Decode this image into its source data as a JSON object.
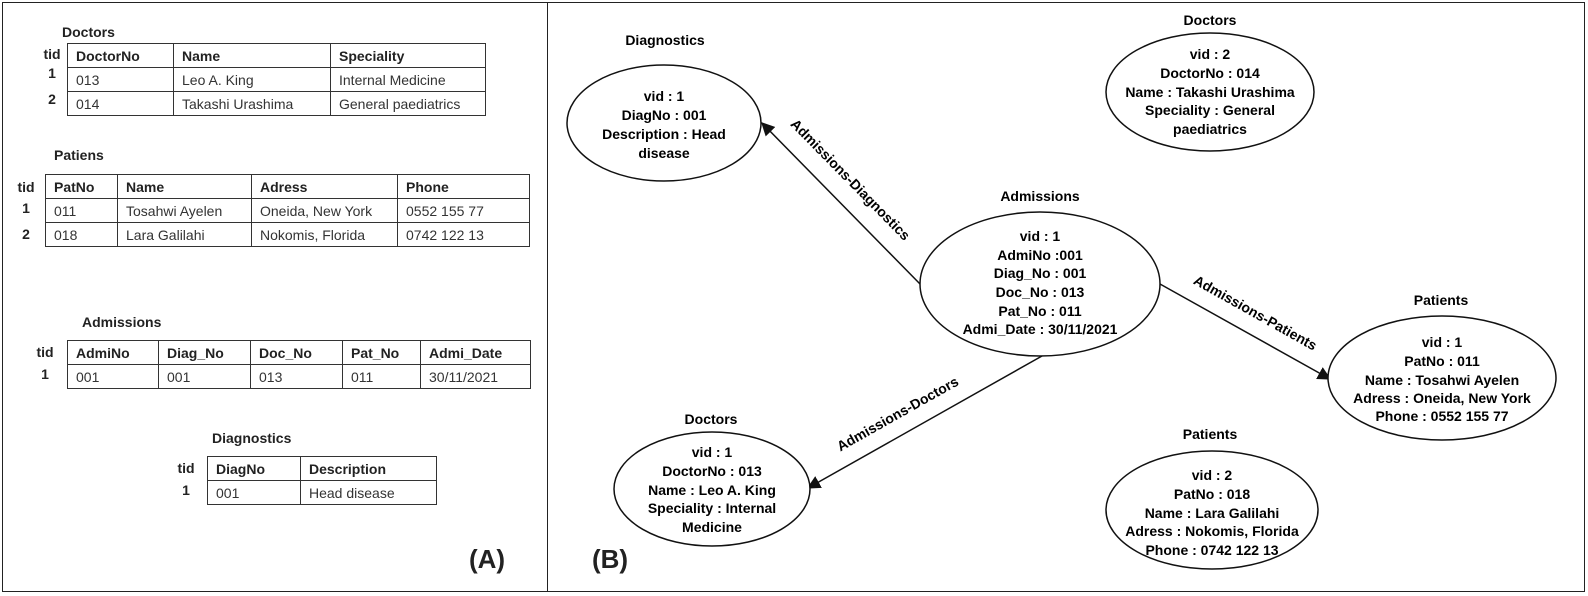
{
  "panel_a": {
    "label": "(A)",
    "tid_header": "tid",
    "doctors": {
      "title": "Doctors",
      "columns": [
        "DoctorNo",
        "Name",
        "Speciality"
      ],
      "rows": [
        {
          "tid": "1",
          "cells": [
            "013",
            "Leo A. King",
            "Internal Medicine"
          ]
        },
        {
          "tid": "2",
          "cells": [
            "014",
            "Takashi Urashima",
            "General paediatrics"
          ]
        }
      ]
    },
    "patients": {
      "title": "Patiens",
      "columns": [
        "PatNo",
        "Name",
        "Adress",
        "Phone"
      ],
      "rows": [
        {
          "tid": "1",
          "cells": [
            "011",
            "Tosahwi Ayelen",
            "Oneida, New York",
            "0552 155 77"
          ]
        },
        {
          "tid": "2",
          "cells": [
            "018",
            "Lara Galilahi",
            "Nokomis, Florida",
            "0742 122 13"
          ]
        }
      ]
    },
    "admissions": {
      "title": "Admissions",
      "columns": [
        "AdmiNo",
        "Diag_No",
        "Doc_No",
        "Pat_No",
        "Admi_Date"
      ],
      "rows": [
        {
          "tid": "1",
          "cells": [
            "001",
            "001",
            "013",
            "011",
            "30/11/2021"
          ]
        }
      ]
    },
    "diagnostics": {
      "title": "Diagnostics",
      "columns": [
        "DiagNo",
        "Description"
      ],
      "rows": [
        {
          "tid": "1",
          "cells": [
            "001",
            "Head disease"
          ]
        }
      ]
    }
  },
  "panel_b": {
    "label": "(B)",
    "nodes": [
      {
        "id": "diagnostics-1",
        "title": "Diagnostics",
        "lines": [
          "vid : 1",
          "DiagNo : 001",
          "Description : Head",
          "disease"
        ]
      },
      {
        "id": "doctors-2",
        "title": "Doctors",
        "lines": [
          "vid : 2",
          "DoctorNo : 014",
          "Name : Takashi Urashima",
          "Speciality : General",
          "paediatrics"
        ]
      },
      {
        "id": "admissions-1",
        "title": "Admissions",
        "lines": [
          "vid : 1",
          "AdmiNo :001",
          "Diag_No : 001",
          "Doc_No : 013",
          "Pat_No : 011",
          "Admi_Date : 30/11/2021"
        ]
      },
      {
        "id": "patients-1",
        "title": "Patients",
        "lines": [
          "vid : 1",
          "PatNo : 011",
          "Name : Tosahwi Ayelen",
          "Adress : Oneida, New York",
          "Phone : 0552 155 77"
        ]
      },
      {
        "id": "doctors-1",
        "title": "Doctors",
        "lines": [
          "vid : 1",
          "DoctorNo : 013",
          "Name : Leo A. King",
          "Speciality : Internal",
          "Medicine"
        ]
      },
      {
        "id": "patients-2",
        "title": "Patients",
        "lines": [
          "vid : 2",
          "PatNo : 018",
          "Name : Lara Galilahi",
          "Adress : Nokomis, Florida",
          "Phone : 0742 122 13"
        ]
      }
    ],
    "edges": [
      {
        "id": "admissions-diagnostics",
        "label": "Admissions-Diagnostics"
      },
      {
        "id": "admissions-patients",
        "label": "Admissions-Patients"
      },
      {
        "id": "admissions-doctors",
        "label": "Admissions-Doctors"
      }
    ]
  }
}
